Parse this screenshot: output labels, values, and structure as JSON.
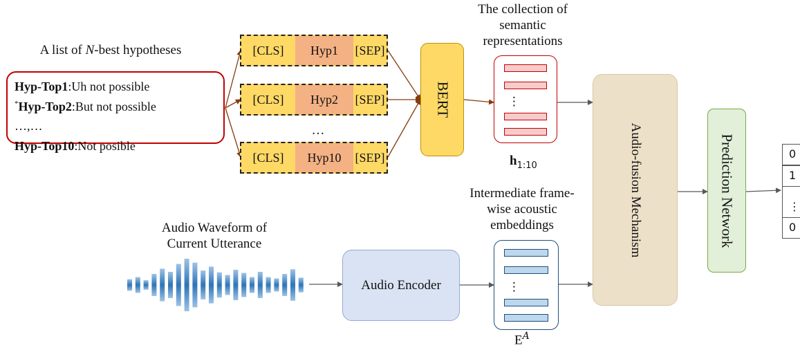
{
  "captions": {
    "nbest": "A list of N-best hypotheses",
    "nbest_pre": "A list of ",
    "nbest_ital": "N",
    "nbest_post": "-best hypotheses",
    "semantic": "The collection of semantic representations",
    "semantic_l1": "The collection of",
    "semantic_l2": "semantic",
    "semantic_l3": "representations",
    "intermediate": "Intermediate frame-wise acoustic embeddings",
    "intermediate_l1": "Intermediate frame-",
    "intermediate_l2": "wise acoustic",
    "intermediate_l3": "embeddings",
    "audio": "Audio Waveform of Current Utterance",
    "audio_l1": "Audio Waveform of",
    "audio_l2": "Current Utterance"
  },
  "hypotheses": [
    {
      "marker": "",
      "label": "Hyp-Top1",
      "text": ":Uh not possible"
    },
    {
      "marker": "*",
      "label": "Hyp-Top2",
      "text": ":But not possible"
    },
    {
      "marker": "",
      "label": "",
      "text": "…,…"
    },
    {
      "marker": "",
      "label": "Hyp-Top10",
      "text": ":Not posible"
    }
  ],
  "sequences": [
    {
      "cls": "[CLS]",
      "hyp": "Hyp1",
      "sep": "[SEP]"
    },
    {
      "cls": "[CLS]",
      "hyp": "Hyp2",
      "sep": "[SEP]"
    },
    {
      "cls": "[CLS]",
      "hyp": "Hyp10",
      "sep": "[SEP]"
    }
  ],
  "sequence_ellipsis": "…",
  "bert_label": "BERT",
  "semantic_stack": {
    "ellipsis": "⋮",
    "label_main": "h",
    "label_sub": "1:10",
    "label": "h1:10"
  },
  "acoustic_stack": {
    "ellipsis": "⋮",
    "label_main": "E",
    "label_sup": "A",
    "label": "EA"
  },
  "encoder_label": "Audio Encoder",
  "fusion_label": "Audio-fusion Mechanism",
  "prediction_label": "Prediction Network",
  "outputs": [
    "0",
    "1",
    "⋮",
    "0"
  ],
  "colors": {
    "red": "#c00000",
    "yellow": "#ffd966",
    "orange": "#f4b183",
    "blue": "#2e75b6",
    "green": "#70ad47",
    "beige": "#ede0c8",
    "arrow_brown": "#843c0c",
    "arrow_gray": "#595959"
  },
  "waveform_bars": [
    0.22,
    0.3,
    0.18,
    0.42,
    0.62,
    0.5,
    0.8,
    1.0,
    0.85,
    0.55,
    0.7,
    0.48,
    0.38,
    0.58,
    0.46,
    0.3,
    0.5,
    0.3,
    0.25,
    0.42,
    0.6,
    0.28
  ]
}
